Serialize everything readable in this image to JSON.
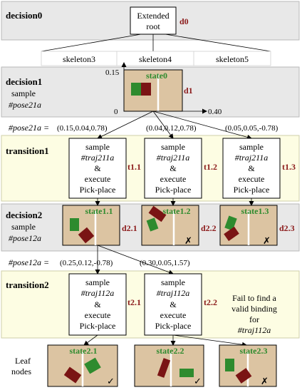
{
  "colors": {
    "gray_band": "#e8e8e8",
    "yellow_band": "#fdfde3",
    "table": "#dcc4a2",
    "green": "#2e8b2e",
    "red": "#7a1414",
    "label_red": "#8b1a1a",
    "label_green": "#2e8b2e"
  },
  "rows": {
    "decision0": "decision0",
    "decision1": "decision1",
    "decision1_sample": "sample",
    "decision1_pose": "#pose21a",
    "transition1": "transition1",
    "decision2": "decision2",
    "decision2_sample": "sample",
    "decision2_pose": "#pose12a",
    "transition2": "transition2",
    "leaf_line1": "Leaf",
    "leaf_line2": "nodes"
  },
  "root": {
    "line1": "Extended",
    "line2": "root",
    "tag": "d0"
  },
  "skeletons": [
    "skeleton3",
    "skeleton4",
    "skeleton5"
  ],
  "state0": {
    "name": "state0",
    "tag": "d1",
    "y_max": "0.15",
    "origin": "0",
    "x_max": "0.40"
  },
  "pose21a": {
    "label": "#pose21a =",
    "values": [
      "(0.15,0.04,0.78)",
      "(0.04,0.12,0.78)",
      "(0.05,0.05,-0.78)"
    ]
  },
  "transition1_nodes": [
    {
      "l1": "sample",
      "l2": "#traj211a",
      "l3": "&",
      "l4": "execute",
      "l5": "Pick-place",
      "tag": "t1.1"
    },
    {
      "l1": "sample",
      "l2": "#traj211a",
      "l3": "&",
      "l4": "execute",
      "l5": "Pick-place",
      "tag": "t1.2"
    },
    {
      "l1": "sample",
      "l2": "#traj211a",
      "l3": "&",
      "l4": "execute",
      "l5": "Pick-place",
      "tag": "t1.3"
    }
  ],
  "decision2_states": [
    {
      "name": "state1.1",
      "tag": "d2.1",
      "mark": ""
    },
    {
      "name": "state1.2",
      "tag": "d2.2",
      "mark": "✗"
    },
    {
      "name": "state1.3",
      "tag": "d2.3",
      "mark": "✗"
    }
  ],
  "pose12a": {
    "label": "#pose12a =",
    "values": [
      "(0.25,0.12,-0.78)",
      "(0.30,0.05,1.57)"
    ]
  },
  "transition2_nodes": [
    {
      "l1": "sample",
      "l2": "#traj112a",
      "l3": "&",
      "l4": "execute",
      "l5": "Pick-place",
      "tag": "t2.1"
    },
    {
      "l1": "sample",
      "l2": "#traj112a",
      "l3": "&",
      "l4": "execute",
      "l5": "Pick-place",
      "tag": "t2.2"
    }
  ],
  "fail_note": [
    "Fail to find  a",
    "valid binding",
    "for",
    "#traj112a"
  ],
  "leaf_states": [
    {
      "name": "state2.1",
      "mark": "✓"
    },
    {
      "name": "state2.2",
      "mark": "✓"
    },
    {
      "name": "state2.3",
      "mark": "✗"
    }
  ]
}
